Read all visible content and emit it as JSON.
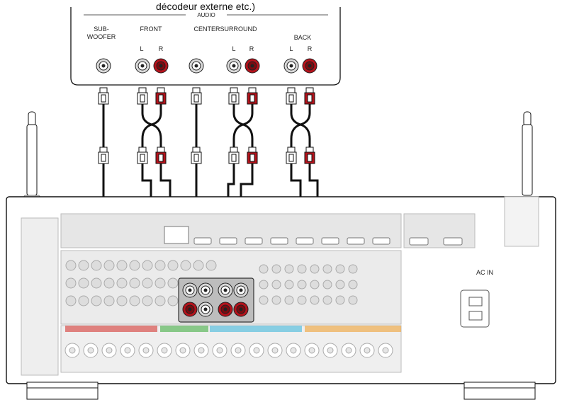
{
  "caption_partial": "décodeur externe etc.)",
  "device": {
    "group_label": "AUDIO",
    "outputs": [
      {
        "name": "SUB-\nWOOFER",
        "channels": [
          "mono"
        ]
      },
      {
        "name": "FRONT",
        "channels": [
          "L",
          "R"
        ]
      },
      {
        "name": "CENTER",
        "channels": [
          "mono"
        ]
      },
      {
        "name": "SURROUND",
        "channels": [
          "L",
          "R"
        ]
      },
      {
        "name": "BACK",
        "channels": [
          "L",
          "R"
        ]
      }
    ],
    "overlap_text": "CENTERSURROUND"
  },
  "receiver": {
    "ac_label": "AC IN"
  },
  "colors": {
    "white_jack": "#e8e8e8",
    "red_jack": "#b5121b",
    "cable": "#111111",
    "panel_gray": "#c8c8c8",
    "subwoofer_tag": "#d9534f",
    "center_tag": "#5cb85c",
    "surround_tag": "#5bc0de",
    "back_tag": "#f0ad4e"
  }
}
